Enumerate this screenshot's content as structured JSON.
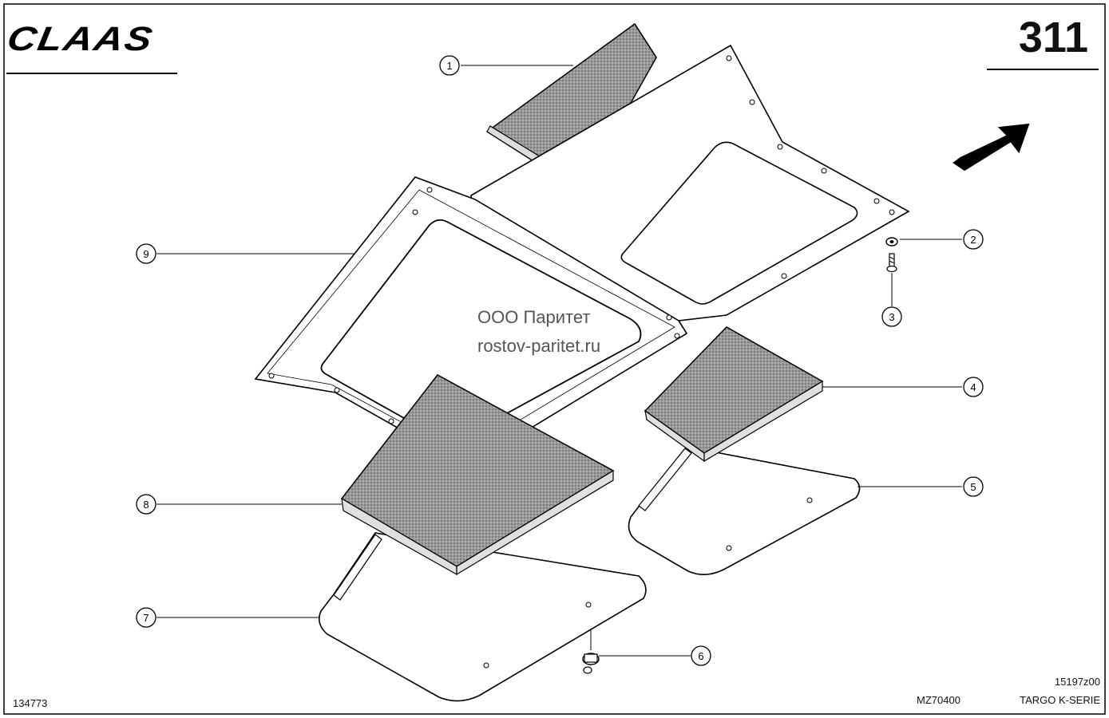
{
  "header": {
    "logo_text": "CLAAS",
    "page_number": "311"
  },
  "callouts": [
    "1",
    "2",
    "3",
    "4",
    "5",
    "6",
    "7",
    "8",
    "9"
  ],
  "watermark": {
    "line1": "ООО Паритет",
    "line2": "rostov-paritet.ru"
  },
  "footer": {
    "reference_id": "134773",
    "model_code": "MZ70400",
    "drawing_code": "15197z00",
    "series": "TARGO K-SERIE"
  },
  "colors": {
    "line": "#000000",
    "pad_fill": "#8a8a8a",
    "pad_edge": "#d0d0d0"
  },
  "icons": [
    "direction-arrow-icon",
    "washer-icon",
    "screw-icon",
    "clip-icon"
  ]
}
